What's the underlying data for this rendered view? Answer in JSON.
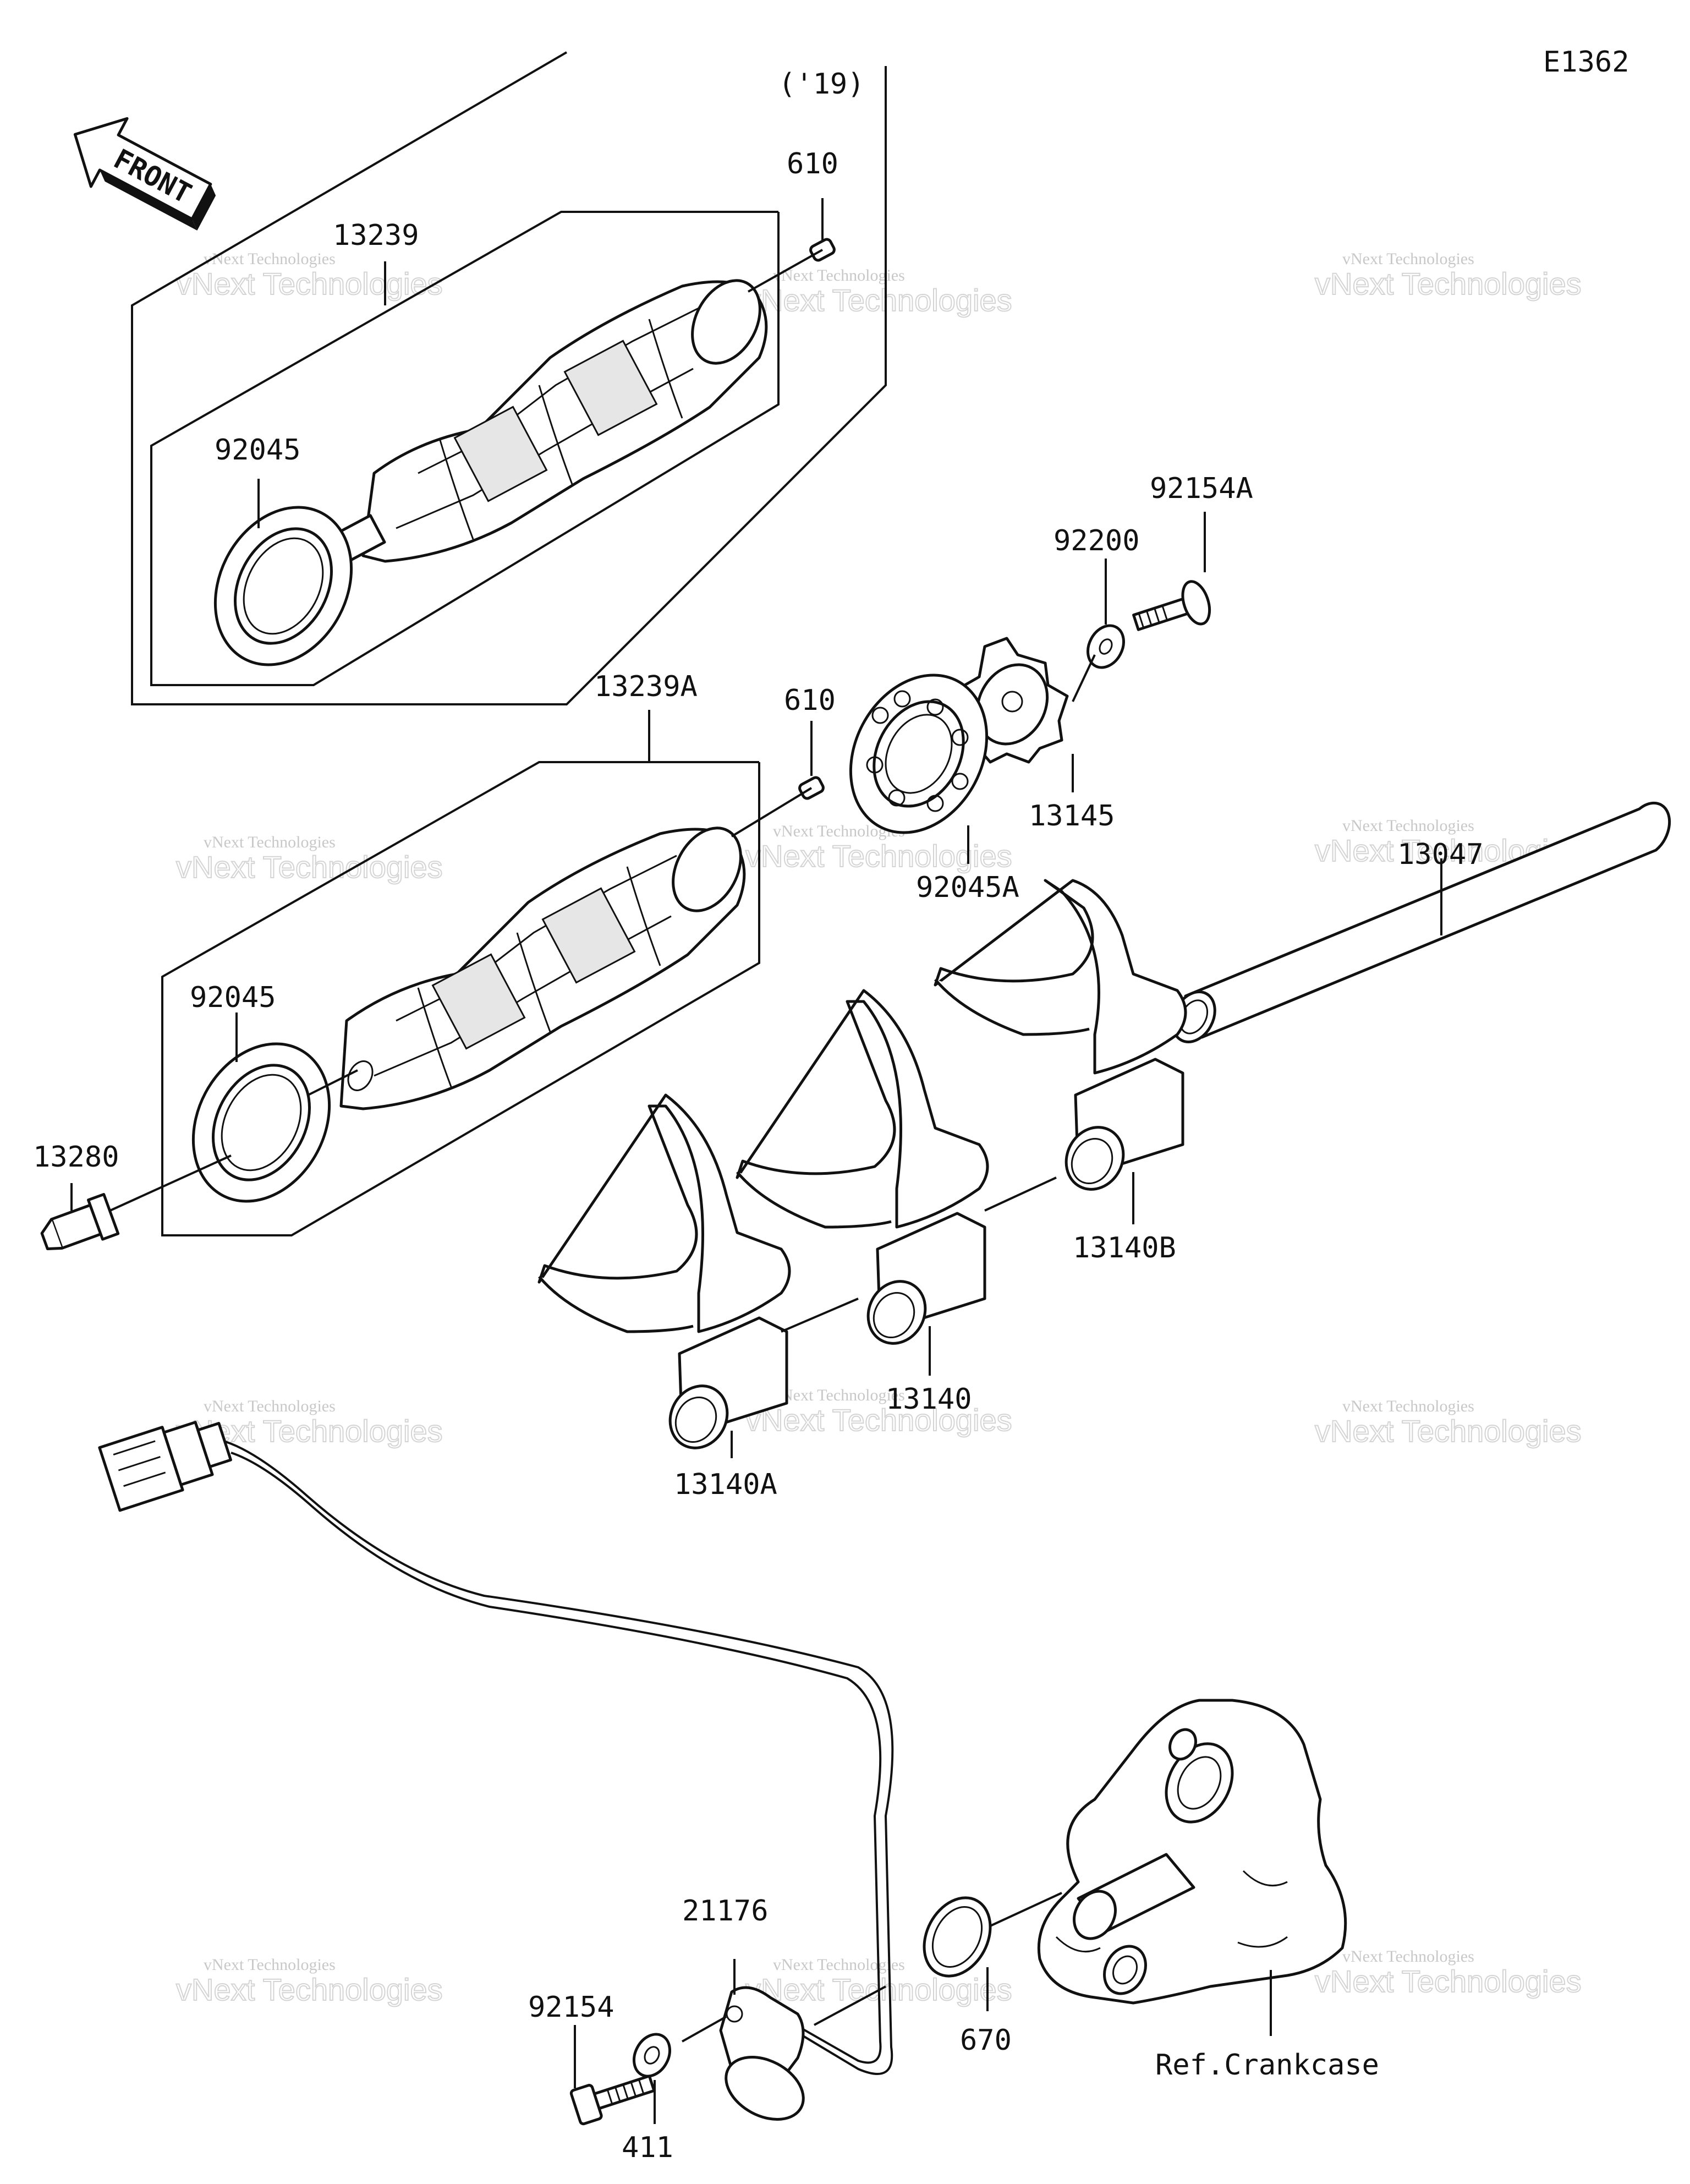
{
  "diagram_id": "E1362",
  "direction_arrow": {
    "label": "FRONT"
  },
  "year_note": "('19)",
  "callouts": {
    "p610_top": "610",
    "p13239": "13239",
    "p92045_top": "92045",
    "p92154A": "92154A",
    "p92200": "92200",
    "p13239A": "13239A",
    "p610": "610",
    "p13145": "13145",
    "p92045A": "92045A",
    "p13047": "13047",
    "p92045": "92045",
    "p13280": "13280",
    "p13140B": "13140B",
    "p13140": "13140",
    "p13140A": "13140A",
    "p21176": "21176",
    "p92154": "92154",
    "p670": "670",
    "p411": "411",
    "ref_crankcase": "Ref.Crankcase"
  },
  "watermark": {
    "line1": "vNext Technologies",
    "line2": "vNext Technologies"
  },
  "icons": [
    "front-arrow-icon"
  ]
}
